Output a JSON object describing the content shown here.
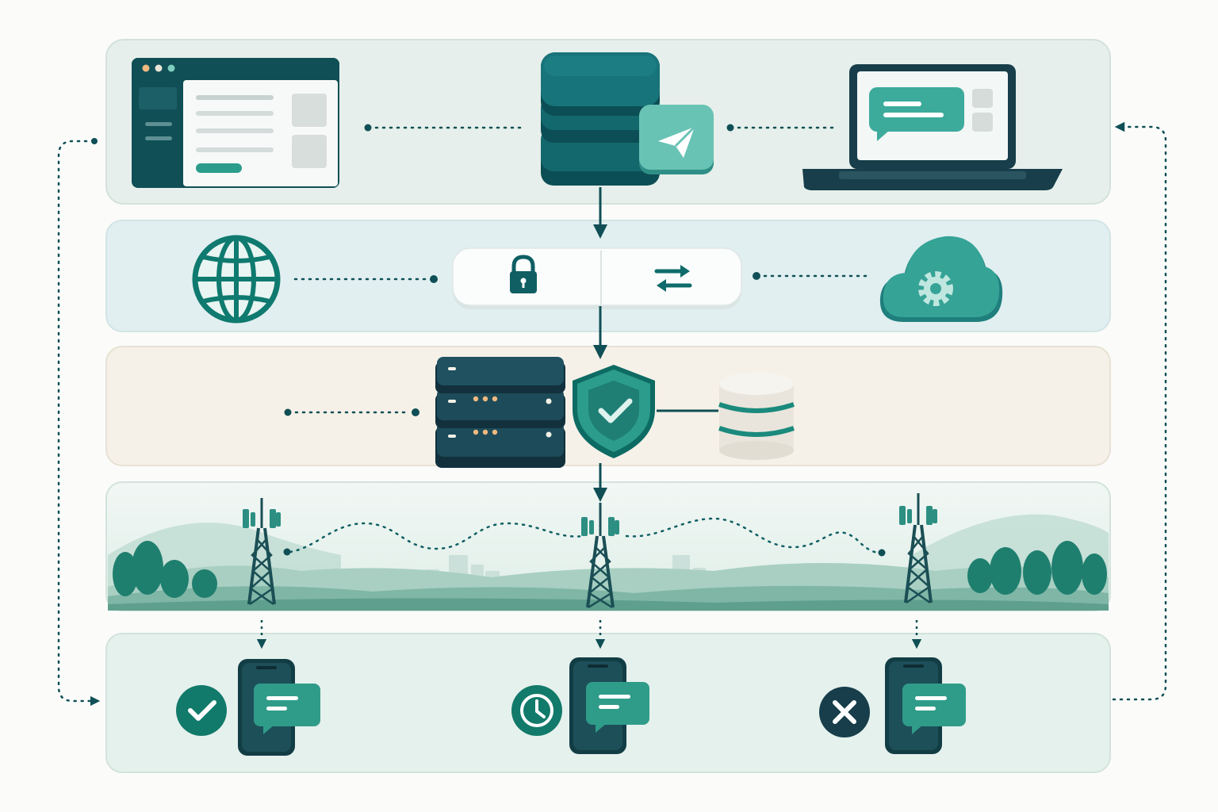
{
  "colors": {
    "teal_dark": "#0f4f55",
    "teal": "#127a72",
    "teal_light": "#4eb3a4",
    "teal_pale": "#bfe2db",
    "navy": "#173e4a",
    "band_app": "#e6efeb",
    "band_gateway": "#e1eff0",
    "band_core": "#f6f1e8",
    "band_network": "#e3f0ea",
    "band_devices": "#e5f1ed",
    "success": "#0f7a6a",
    "error": "#173e4a"
  },
  "layers": [
    {
      "id": "application",
      "icons": [
        "web-dashboard-icon",
        "message-queue-stack-icon",
        "send-plane-icon",
        "laptop-chat-icon"
      ]
    },
    {
      "id": "gateway",
      "icons": [
        "globe-icon",
        "lock-icon",
        "transfer-arrows-icon",
        "cloud-gear-icon"
      ]
    },
    {
      "id": "core",
      "icons": [
        "server-rack-icon",
        "shield-check-icon",
        "database-icon"
      ]
    },
    {
      "id": "carrier-network",
      "icons": [
        "cell-tower-icon",
        "cell-tower-icon",
        "cell-tower-icon"
      ]
    },
    {
      "id": "devices",
      "icons": [
        "check-circle-icon",
        "clock-circle-icon",
        "x-circle-icon",
        "phone-chat-icon"
      ]
    }
  ],
  "delivery_states": [
    "delivered",
    "pending",
    "failed"
  ]
}
